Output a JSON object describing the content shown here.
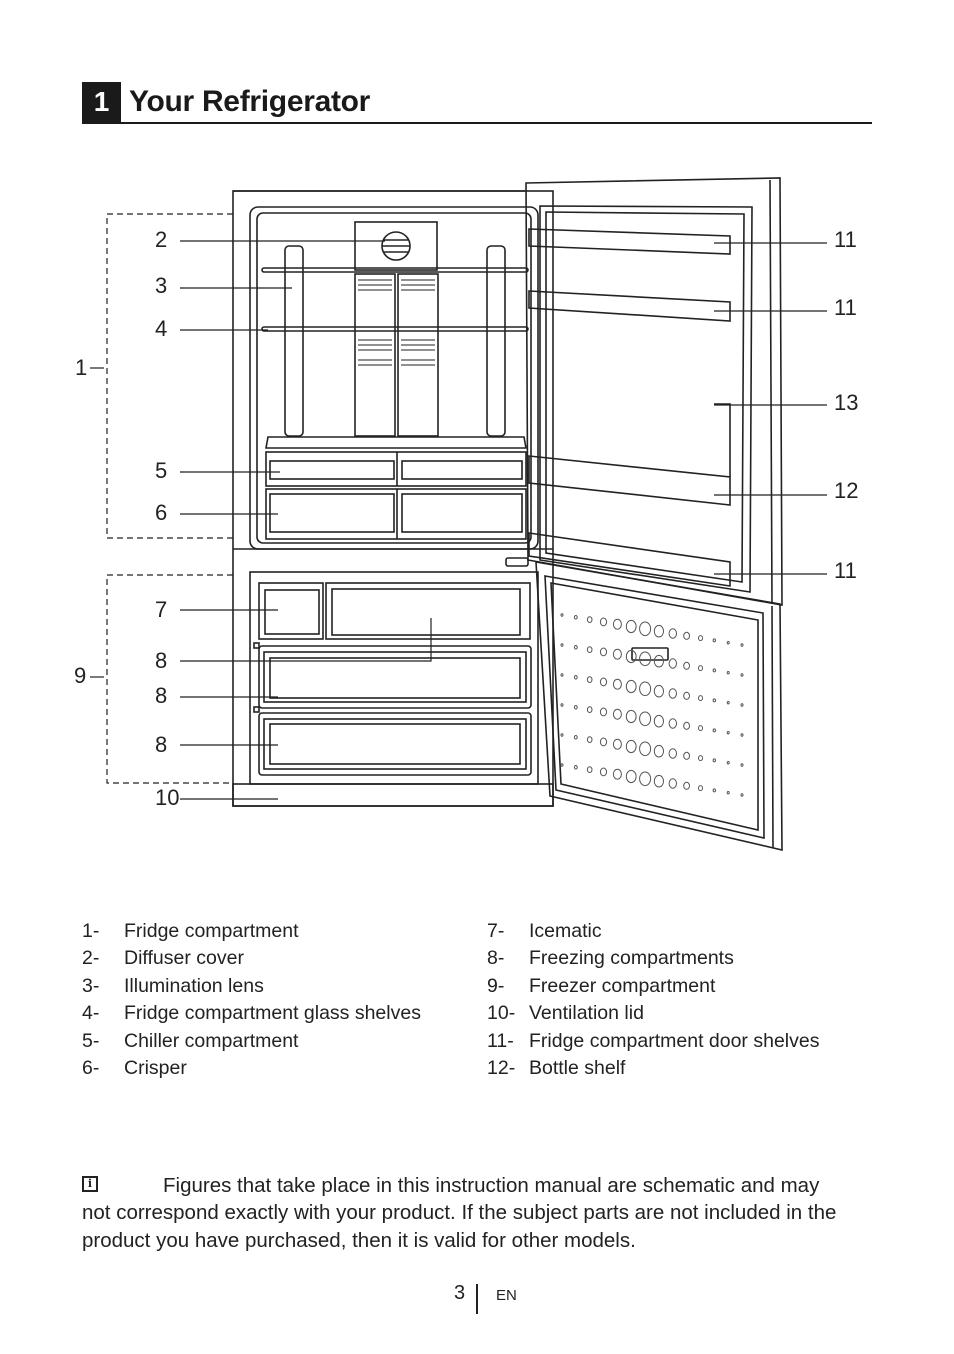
{
  "section": {
    "number": "1",
    "title": "Your Refrigerator"
  },
  "callouts": {
    "c1": "1",
    "c2": "2",
    "c3": "3",
    "c4": "4",
    "c5": "5",
    "c6": "6",
    "c7": "7",
    "c8a": "8",
    "c8b": "8",
    "c8c": "8",
    "c9": "9",
    "c10": "10",
    "c11a": "11",
    "c11b": "11",
    "c13": "13",
    "c12": "12",
    "c11c": "11"
  },
  "legend_left": [
    {
      "num": "1-",
      "label": "Fridge compartment"
    },
    {
      "num": "2-",
      "label": "Diffuser cover"
    },
    {
      "num": "3-",
      "label": "Illumination lens"
    },
    {
      "num": "4-",
      "label": "Fridge compartment glass shelves"
    },
    {
      "num": "5-",
      "label": "Chiller compartment"
    },
    {
      "num": "6-",
      "label": "Crisper"
    }
  ],
  "legend_right": [
    {
      "num": "7-",
      "label": "Icematic"
    },
    {
      "num": "8-",
      "label": "Freezing compartments"
    },
    {
      "num": "9-",
      "label": "Freezer compartment"
    },
    {
      "num": "10-",
      "label": "Ventilation lid"
    },
    {
      "num": "11-",
      "label": "Fridge compartment door shelves"
    },
    {
      "num": "12-",
      "label": "Bottle shelf"
    }
  ],
  "note": {
    "icon": "info-icon",
    "text": "Figures that take place in this instruction manual are schematic and may not correspond exactly with your product. If the subject parts are not included in the product you have purchased, then it is valid for other models."
  },
  "footer": {
    "page": "3",
    "lang": "EN"
  }
}
